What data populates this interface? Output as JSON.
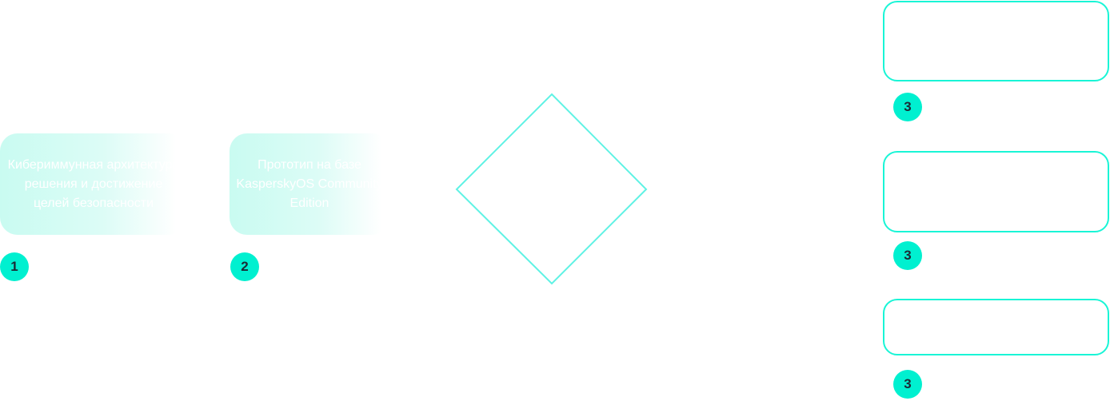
{
  "diagram": {
    "colors": {
      "accent": "#00f0d0",
      "outline": "#19f5d6",
      "diamond_stroke": "#5ff2e4",
      "card_fill": "#c9fbf1",
      "badge_text": "#1b2a35"
    },
    "steps": [
      {
        "number": "1",
        "text": "Кибериммунная архитектура решения и достижение целей безопасности"
      },
      {
        "number": "2",
        "text": "Прототип на базе KasperskyOS Community Edition"
      }
    ],
    "decision": {
      "shape": "diamond",
      "text": ""
    },
    "outcomes": [
      {
        "number": "3",
        "text": ""
      },
      {
        "number": "3",
        "text": ""
      },
      {
        "number": "3",
        "text": ""
      }
    ]
  }
}
